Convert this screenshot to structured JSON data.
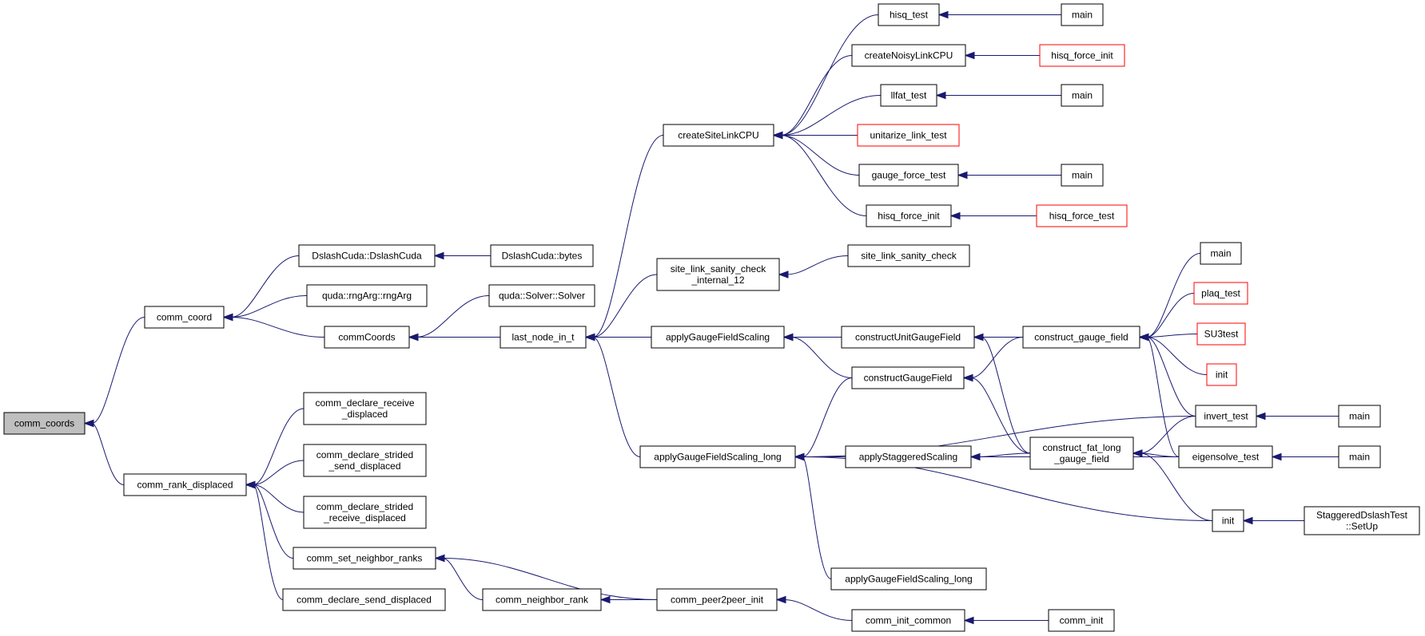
{
  "colors": {
    "edge": "#191970",
    "root_fill": "#bfbfbf",
    "normal_border": "#000000",
    "truncated_border": "#ff0000"
  },
  "nodes": [
    {
      "id": "comm_coords",
      "lines": [
        "comm_coords"
      ],
      "style": "root"
    },
    {
      "id": "comm_coord",
      "lines": [
        "comm_coord"
      ]
    },
    {
      "id": "comm_rank_displaced",
      "lines": [
        "comm_rank_displaced"
      ]
    },
    {
      "id": "DslashCuda_DslashCuda",
      "lines": [
        "DslashCuda::DslashCuda"
      ]
    },
    {
      "id": "DslashCuda_bytes",
      "lines": [
        "DslashCuda::bytes"
      ]
    },
    {
      "id": "rngArg",
      "lines": [
        "quda::rngArg::rngArg"
      ]
    },
    {
      "id": "commCoords",
      "lines": [
        "commCoords"
      ]
    },
    {
      "id": "Solver",
      "lines": [
        "quda::Solver::Solver"
      ]
    },
    {
      "id": "last_node_in_t",
      "lines": [
        "last_node_in_t"
      ]
    },
    {
      "id": "createSiteLinkCPU",
      "lines": [
        "createSiteLinkCPU"
      ]
    },
    {
      "id": "hisq_test",
      "lines": [
        "hisq_test"
      ]
    },
    {
      "id": "main1",
      "lines": [
        "main"
      ]
    },
    {
      "id": "createNoisyLinkCPU",
      "lines": [
        "createNoisyLinkCPU"
      ]
    },
    {
      "id": "hisq_force_init_r",
      "lines": [
        "hisq_force_init"
      ],
      "style": "red"
    },
    {
      "id": "llfat_test",
      "lines": [
        "llfat_test"
      ]
    },
    {
      "id": "main2",
      "lines": [
        "main"
      ]
    },
    {
      "id": "unitarize_link_test",
      "lines": [
        "unitarize_link_test"
      ],
      "style": "red"
    },
    {
      "id": "gauge_force_test",
      "lines": [
        "gauge_force_test"
      ]
    },
    {
      "id": "main3",
      "lines": [
        "main"
      ]
    },
    {
      "id": "hisq_force_init",
      "lines": [
        "hisq_force_init"
      ]
    },
    {
      "id": "hisq_force_test",
      "lines": [
        "hisq_force_test"
      ],
      "style": "red"
    },
    {
      "id": "slsc_internal",
      "lines": [
        "site_link_sanity_check",
        "_internal_12"
      ]
    },
    {
      "id": "slsc",
      "lines": [
        "site_link_sanity_check"
      ]
    },
    {
      "id": "applyGFS",
      "lines": [
        "applyGaugeFieldScaling"
      ]
    },
    {
      "id": "constructUnitGaugeField",
      "lines": [
        "constructUnitGaugeField"
      ]
    },
    {
      "id": "construct_gauge_field",
      "lines": [
        "construct_gauge_field"
      ]
    },
    {
      "id": "main4",
      "lines": [
        "main"
      ]
    },
    {
      "id": "plaq_test",
      "lines": [
        "plaq_test"
      ],
      "style": "red"
    },
    {
      "id": "SU3test",
      "lines": [
        "SU3test"
      ],
      "style": "red"
    },
    {
      "id": "init_r",
      "lines": [
        "init"
      ],
      "style": "red"
    },
    {
      "id": "constructGaugeField",
      "lines": [
        "constructGaugeField"
      ]
    },
    {
      "id": "invert_test",
      "lines": [
        "invert_test"
      ]
    },
    {
      "id": "main5",
      "lines": [
        "main"
      ]
    },
    {
      "id": "applyGFS_long",
      "lines": [
        "applyGaugeFieldScaling_long"
      ]
    },
    {
      "id": "applyStaggeredScaling",
      "lines": [
        "applyStaggeredScaling"
      ]
    },
    {
      "id": "construct_fat_long",
      "lines": [
        "construct_fat_long",
        "_gauge_field"
      ]
    },
    {
      "id": "eigensolve_test",
      "lines": [
        "eigensolve_test"
      ]
    },
    {
      "id": "main6",
      "lines": [
        "main"
      ]
    },
    {
      "id": "init",
      "lines": [
        "init"
      ]
    },
    {
      "id": "SetUp",
      "lines": [
        "StaggeredDslashTest",
        "::SetUp"
      ]
    },
    {
      "id": "applyGFS_long2",
      "lines": [
        "applyGaugeFieldScaling_long"
      ]
    },
    {
      "id": "cdrd",
      "lines": [
        "comm_declare_receive",
        "_displaced"
      ]
    },
    {
      "id": "cdssd",
      "lines": [
        "comm_declare_strided",
        "_send_displaced"
      ]
    },
    {
      "id": "cdsrd",
      "lines": [
        "comm_declare_strided",
        "_receive_displaced"
      ]
    },
    {
      "id": "csnr",
      "lines": [
        "comm_set_neighbor_ranks"
      ]
    },
    {
      "id": "cdsd",
      "lines": [
        "comm_declare_send_displaced"
      ]
    },
    {
      "id": "cnr",
      "lines": [
        "comm_neighbor_rank"
      ]
    },
    {
      "id": "cp2p",
      "lines": [
        "comm_peer2peer_init"
      ]
    },
    {
      "id": "cic",
      "lines": [
        "comm_init_common"
      ]
    },
    {
      "id": "ci",
      "lines": [
        "comm_init"
      ]
    }
  ],
  "edges": [
    [
      "comm_coord",
      "comm_coords"
    ],
    [
      "comm_rank_displaced",
      "comm_coords"
    ],
    [
      "DslashCuda_DslashCuda",
      "comm_coord"
    ],
    [
      "rngArg",
      "comm_coord"
    ],
    [
      "commCoords",
      "comm_coord"
    ],
    [
      "DslashCuda_bytes",
      "DslashCuda_DslashCuda"
    ],
    [
      "Solver",
      "commCoords"
    ],
    [
      "last_node_in_t",
      "commCoords"
    ],
    [
      "createSiteLinkCPU",
      "last_node_in_t"
    ],
    [
      "slsc_internal",
      "last_node_in_t"
    ],
    [
      "applyGFS",
      "last_node_in_t"
    ],
    [
      "applyGFS_long",
      "last_node_in_t"
    ],
    [
      "hisq_test",
      "createSiteLinkCPU"
    ],
    [
      "createNoisyLinkCPU",
      "createSiteLinkCPU"
    ],
    [
      "llfat_test",
      "createSiteLinkCPU"
    ],
    [
      "unitarize_link_test",
      "createSiteLinkCPU"
    ],
    [
      "gauge_force_test",
      "createSiteLinkCPU"
    ],
    [
      "hisq_force_init",
      "createSiteLinkCPU"
    ],
    [
      "main1",
      "hisq_test"
    ],
    [
      "hisq_force_init_r",
      "createNoisyLinkCPU"
    ],
    [
      "main2",
      "llfat_test"
    ],
    [
      "main3",
      "gauge_force_test"
    ],
    [
      "hisq_force_test",
      "hisq_force_init"
    ],
    [
      "slsc",
      "slsc_internal"
    ],
    [
      "constructUnitGaugeField",
      "applyGFS"
    ],
    [
      "constructGaugeField",
      "applyGFS"
    ],
    [
      "construct_gauge_field",
      "applyGFS"
    ],
    [
      "construct_gauge_field",
      "constructUnitGaugeField"
    ],
    [
      "construct_fat_long",
      "constructUnitGaugeField"
    ],
    [
      "construct_gauge_field",
      "constructGaugeField"
    ],
    [
      "construct_fat_long",
      "constructGaugeField"
    ],
    [
      "main4",
      "construct_gauge_field"
    ],
    [
      "plaq_test",
      "construct_gauge_field"
    ],
    [
      "SU3test",
      "construct_gauge_field"
    ],
    [
      "init_r",
      "construct_gauge_field"
    ],
    [
      "invert_test",
      "construct_gauge_field"
    ],
    [
      "eigensolve_test",
      "construct_gauge_field"
    ],
    [
      "main5",
      "invert_test"
    ],
    [
      "constructGaugeField",
      "applyGFS_long"
    ],
    [
      "applyStaggeredScaling",
      "applyGFS_long"
    ],
    [
      "invert_test",
      "applyGFS_long"
    ],
    [
      "eigensolve_test",
      "applyGFS_long"
    ],
    [
      "init",
      "applyGFS_long"
    ],
    [
      "applyGFS_long2",
      "applyGFS_long"
    ],
    [
      "construct_fat_long",
      "applyStaggeredScaling"
    ],
    [
      "invert_test",
      "construct_fat_long"
    ],
    [
      "eigensolve_test",
      "construct_fat_long"
    ],
    [
      "init",
      "construct_fat_long"
    ],
    [
      "main6",
      "eigensolve_test"
    ],
    [
      "SetUp",
      "init"
    ],
    [
      "cdrd",
      "comm_rank_displaced"
    ],
    [
      "cdssd",
      "comm_rank_displaced"
    ],
    [
      "cdsrd",
      "comm_rank_displaced"
    ],
    [
      "csnr",
      "comm_rank_displaced"
    ],
    [
      "cdsd",
      "comm_rank_displaced"
    ],
    [
      "cnr",
      "csnr"
    ],
    [
      "cp2p",
      "csnr"
    ],
    [
      "cp2p",
      "cnr"
    ],
    [
      "cic",
      "cp2p"
    ],
    [
      "ci",
      "cic"
    ]
  ]
}
